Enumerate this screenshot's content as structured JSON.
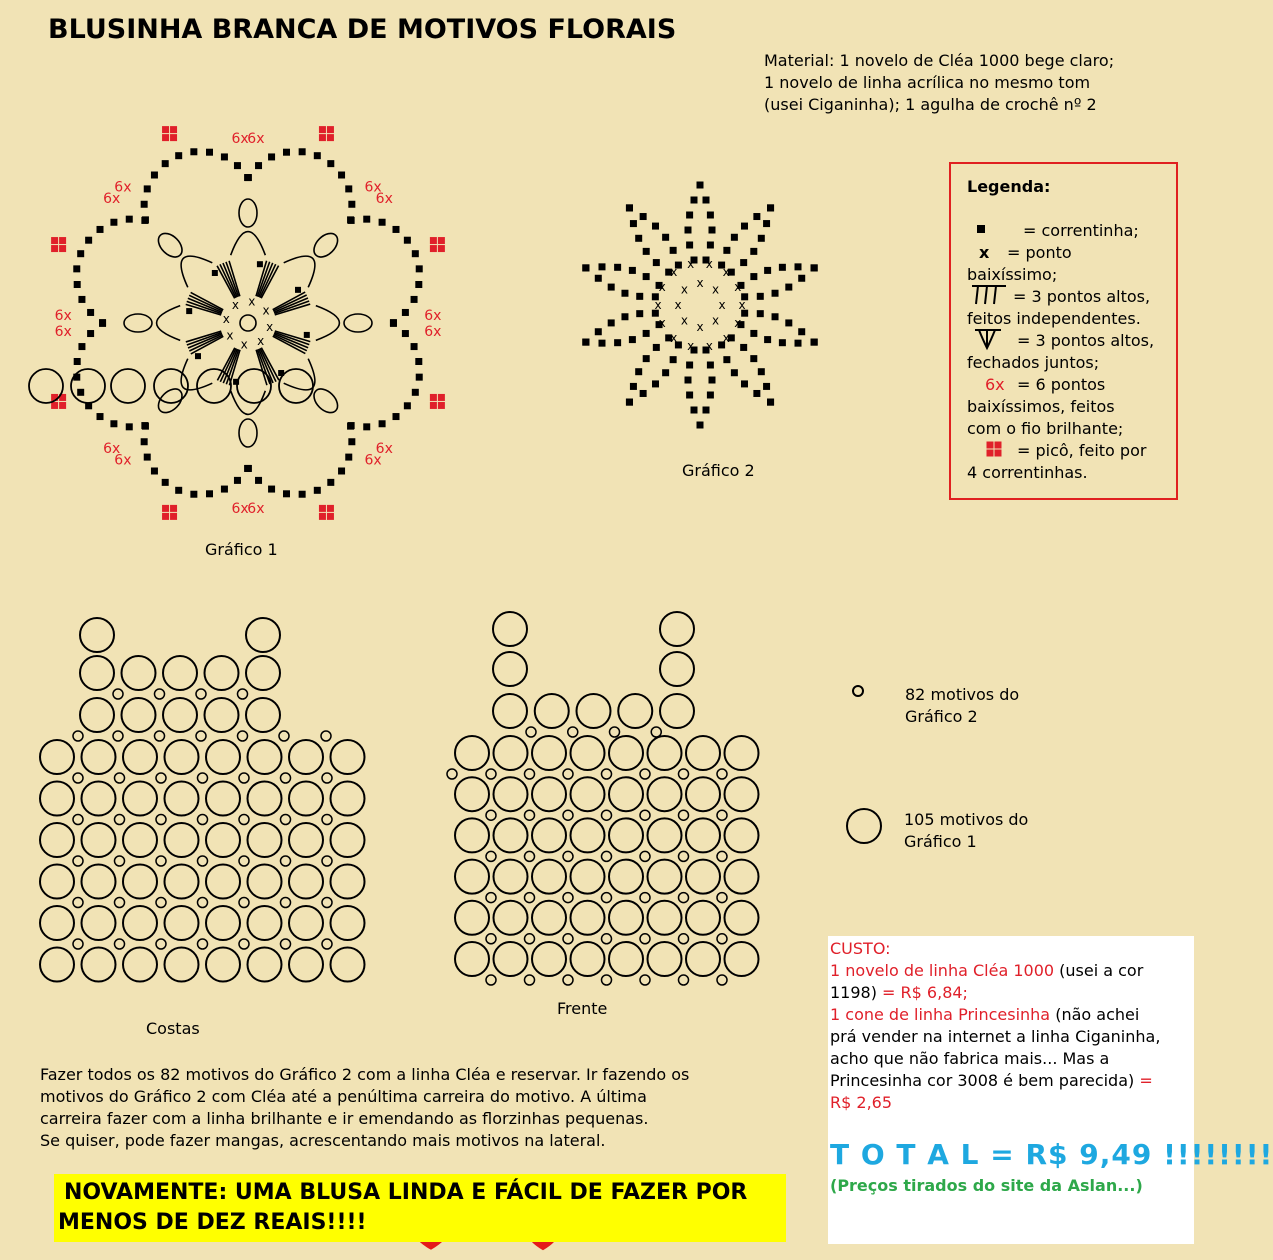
{
  "title": "BLUSINHA BRANCA DE MOTIVOS FLORAIS",
  "material": [
    "Material: 1 novelo de Cléa 1000 bege claro;",
    "1 novelo de linha acrílica no mesmo tom",
    "(usei Ciganinha); 1 agulha de crochê nº 2"
  ],
  "legend": {
    "heading": "Legenda:",
    "lines": [
      "= correntinha;",
      "= ponto",
      "baixíssimo;",
      "= 3 pontos altos,",
      "feitos independentes.",
      "= 3 pontos altos,",
      "fechados juntos;",
      "= 6 pontos",
      "baixíssimos, feitos",
      "com o fio brilhante;",
      "= picô, feito por",
      "4 correntinhas."
    ],
    "sym_x": "x",
    "sym_6x": "6x"
  },
  "chart1": {
    "caption": "Gráfico 1",
    "label_6x": "6x"
  },
  "chart2": {
    "caption": "Gráfico 2",
    "label_x": "x"
  },
  "back": {
    "caption": "Costas"
  },
  "front": {
    "caption": "Frente"
  },
  "counts": {
    "small": "82 motivos do",
    "small2": "Gráfico 2",
    "large": "105 motivos do",
    "large2": "Gráfico 1"
  },
  "instructions": [
    "Fazer todos os 82 motivos do Gráfico 2 com a linha Cléa e reservar. Ir fazendo os",
    "motivos do Gráfico 2 com Cléa até a penúltima carreira do motivo. A última",
    "carreira fazer com a linha brilhante e ir emendando as florzinhas pequenas.",
    "Se quiser, pode fazer mangas, acrescentando mais motivos na lateral."
  ],
  "banner": {
    "line1": "NOVAMENTE: UMA BLUSA LINDA E FÁCIL DE FAZER POR",
    "line2": "MENOS DE DEZ REAIS!!!!"
  },
  "cost": {
    "heading": "CUSTO:",
    "item1_red": "1 novelo de linha Cléa 1000",
    "item1_black": " (usei a cor",
    "item1_line2": "1198)",
    "item1_price": " = R$ 6,84;",
    "item2_red": "1 cone de linha Princesinha",
    "item2_black": " (não achei",
    "item2_line2": "prá vender na internet a linha Ciganinha,",
    "item2_line3": "acho que não fabrica mais... Mas a",
    "item2_line4": "Princesinha cor 3008 é bem parecida)",
    "item2_eq": " =",
    "item2_price": "R$ 2,65",
    "total": "T O T A L = R$ 9,49 !!!!!!!!",
    "source": "(Preços tirados do site da Aslan...)"
  },
  "colors": {
    "background": "#f1e3b5",
    "red": "#e0202a",
    "banner": "#ffff00",
    "total": "#1ea8e0",
    "source": "#2ea84a"
  }
}
